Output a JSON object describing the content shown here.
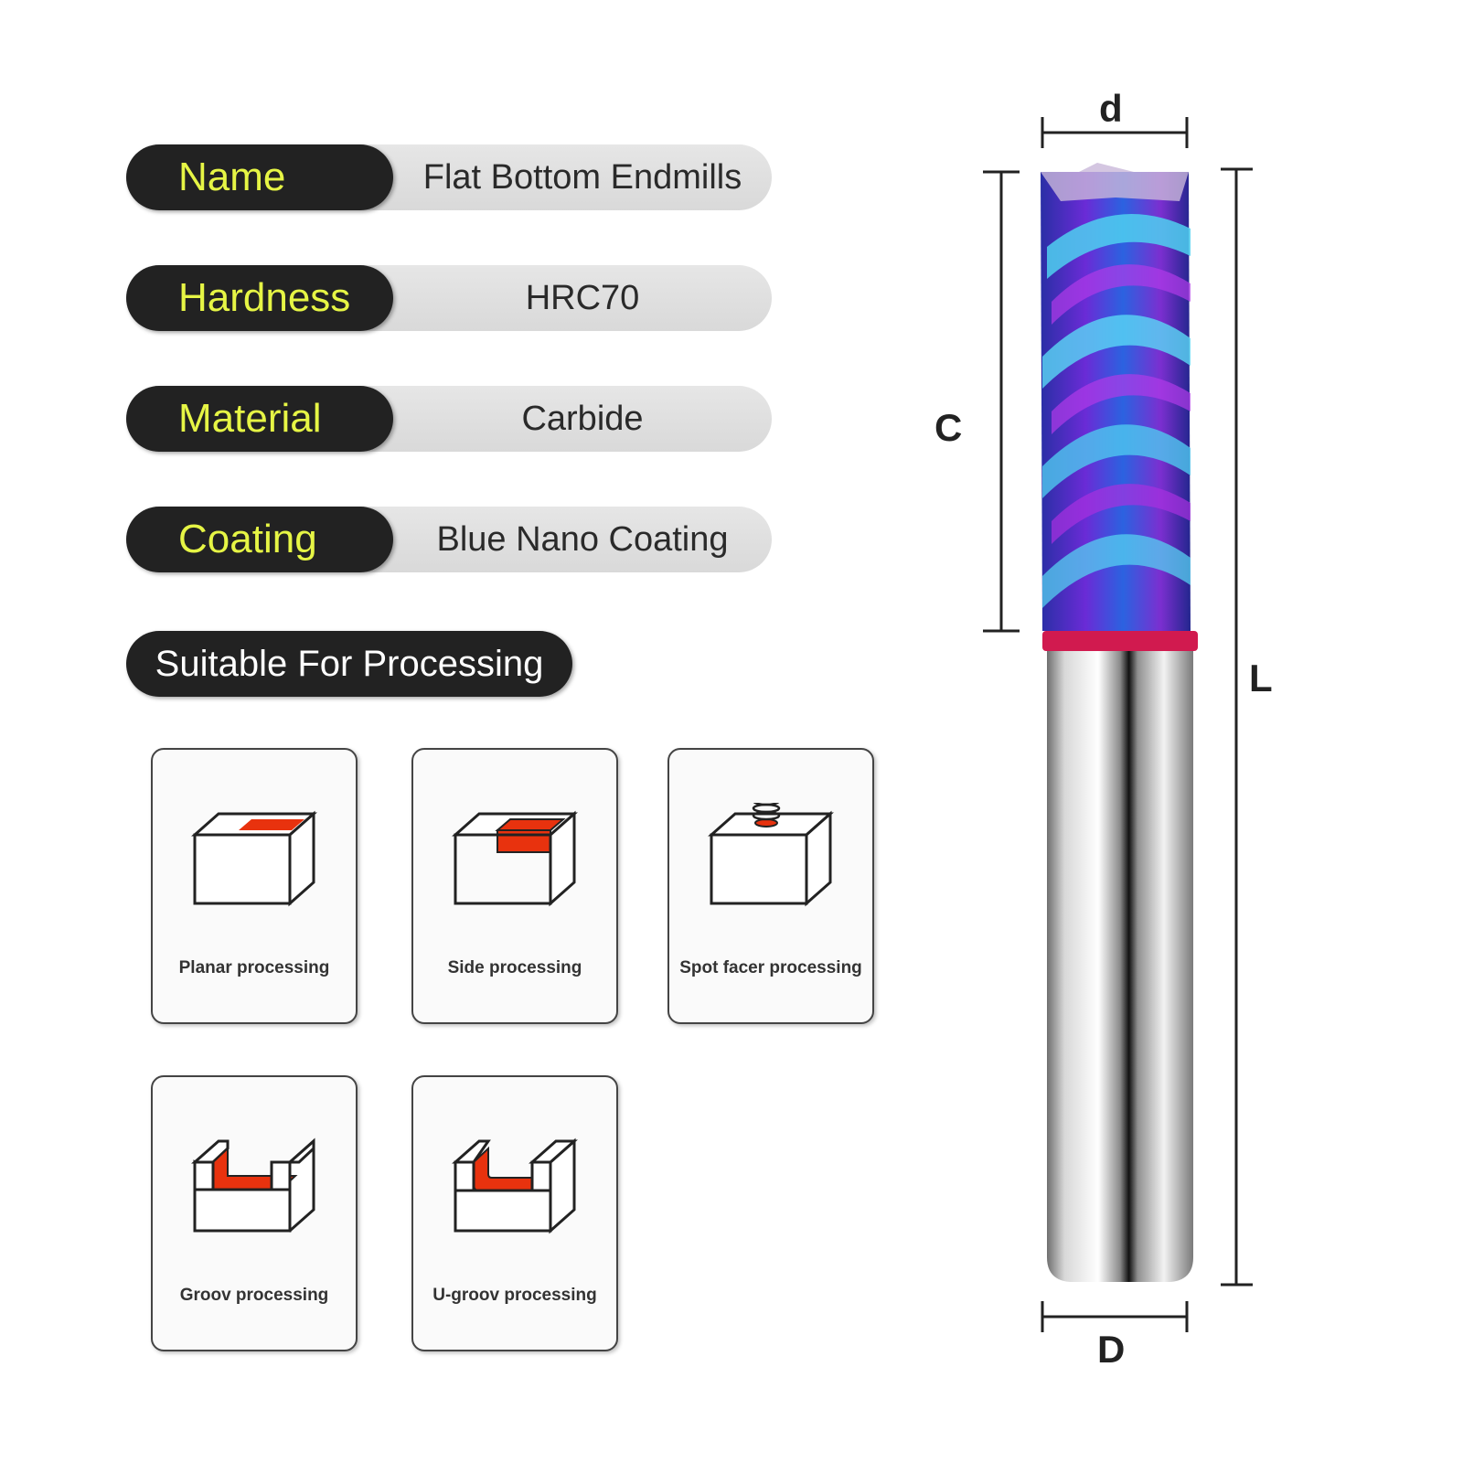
{
  "specs": [
    {
      "label": "Name",
      "value": "Flat Bottom Endmills"
    },
    {
      "label": "Hardness",
      "value": "HRC70"
    },
    {
      "label": "Material",
      "value": "Carbide"
    },
    {
      "label": "Coating",
      "value": "Blue Nano Coating"
    }
  ],
  "section_title": "Suitable For Processing",
  "processing": [
    {
      "label": "Planar processing",
      "icon": "planar-processing-icon"
    },
    {
      "label": "Side processing",
      "icon": "side-processing-icon"
    },
    {
      "label": "Spot facer processing",
      "icon": "spot-facer-processing-icon"
    },
    {
      "label": "Groov processing",
      "icon": "groove-processing-icon"
    },
    {
      "label": "U-groov processing",
      "icon": "u-groove-processing-icon"
    }
  ],
  "dimensions": {
    "d": "d",
    "C": "C",
    "L": "L",
    "D": "D"
  },
  "colors": {
    "label_bg": "#222222",
    "label_text": "#e6f545",
    "value_bg": "#dddddd",
    "highlight": "#e8320e",
    "coating_blue": "#3a5bd9",
    "coating_purple": "#8a2be2",
    "ring": "#d11a4f"
  }
}
